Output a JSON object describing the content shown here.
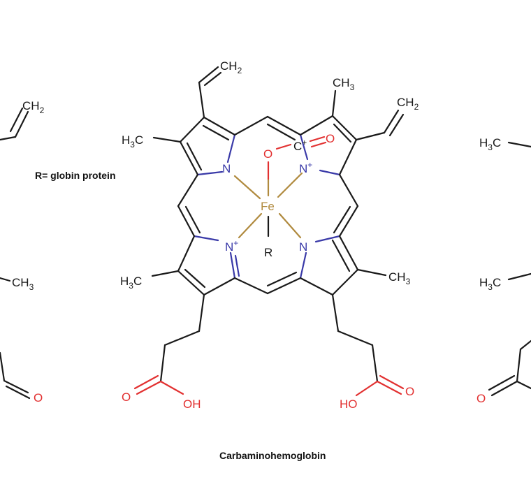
{
  "note_label": "R= globin protein",
  "compound_label": "Carbaminohemoglobin",
  "atoms": {
    "fe": "Fe",
    "n": "N",
    "n_plus": "N",
    "plus": "+",
    "o": "O",
    "c": "C",
    "c_plus": "+",
    "r": "R",
    "oh": "OH",
    "ho": "HO",
    "ch": "CH",
    "h": "H",
    "c_after_h": "C",
    "sub2": "2",
    "sub3": "3"
  },
  "colors": {
    "carbon": "#1a1a1a",
    "nitrogen": "#3a3aa8",
    "oxygen": "#e23030",
    "iron": "#b08a3e"
  }
}
